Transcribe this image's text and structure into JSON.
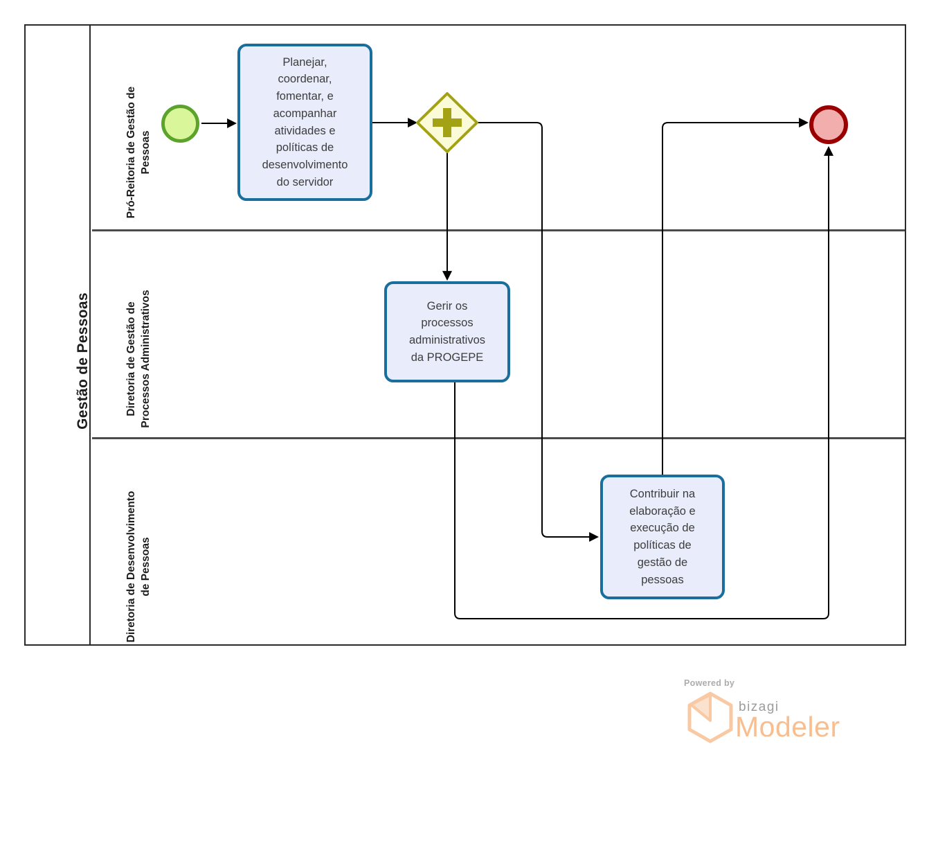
{
  "pool": {
    "title": "Gestão de Pessoas",
    "lanes": [
      {
        "label": "Pró-Reitoria de Gestão de\nPessoas"
      },
      {
        "label": "Diretoria de Gestão de\nProcessos Administrativos"
      },
      {
        "label": "Diretoria de Desenvolvimento\nde Pessoas"
      }
    ]
  },
  "nodes": {
    "start_event": {
      "kind": "start-event"
    },
    "parallel_gateway": {
      "kind": "parallel-gateway"
    },
    "end_event": {
      "kind": "end-event"
    },
    "task_planejar": {
      "label": "Planejar,\ncoordenar,\nfomentar, e\nacompanhar\natividades e\npolíticas de\ndesenvolvimento\ndo servidor"
    },
    "task_gerir": {
      "label": "Gerir os\nprocessos\nadministrativos\nda PROGEPE"
    },
    "task_contribuir": {
      "label": "Contribuir na\nelaboração e\nexecução de\npolíticas de\ngestão de\npessoas"
    }
  },
  "branding": {
    "powered_by": "Powered by",
    "brand": "bizagi",
    "product": "Modeler"
  },
  "colors": {
    "task_fill": "#e9edfb",
    "task_border": "#1a6e9c",
    "start_fill": "#d9f69b",
    "start_border": "#5ba32b",
    "end_fill": "#f2adad",
    "end_border": "#9a0000",
    "gateway_fill": "#fbfbd8",
    "gateway_border": "#a2a214",
    "flow_line": "#000000",
    "lane_line": "#4b4b4e",
    "brand_orange": "#f8be8f",
    "brand_gray": "#9b9b9b"
  }
}
